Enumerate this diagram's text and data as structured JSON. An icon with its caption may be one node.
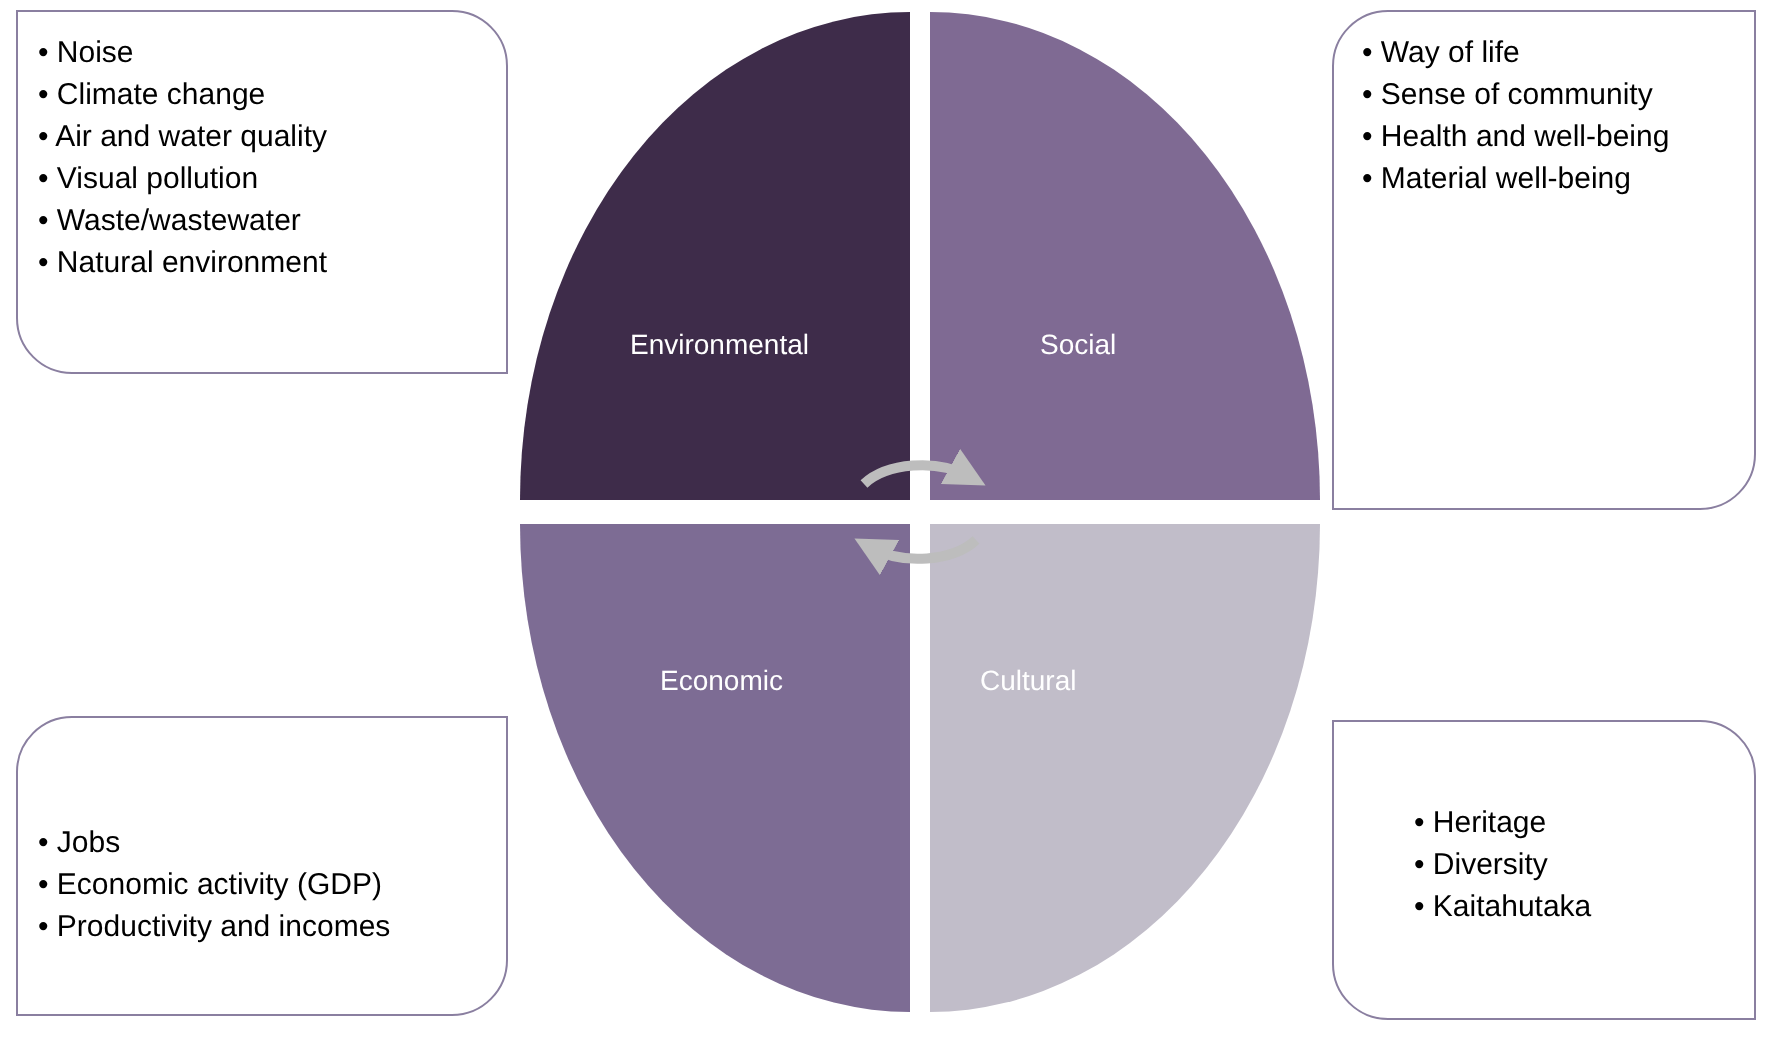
{
  "diagram": {
    "nodes": [
      {
        "text": [
          "• Noise",
          "• Climate change",
          "• Air and water quality",
          "• Visual pollution",
          "• Waste/wastewater",
          "• Natural environment"
        ]
      },
      {
        "text": [
          "• Way of life",
          "• Sense of community",
          "• Health and well-being",
          "• Material well-being"
        ]
      },
      {
        "text": [
          "Environmental"
        ]
      },
      {
        "text": [
          "Social"
        ]
      },
      {
        "text": [
          "Economic"
        ]
      },
      {
        "text": [
          "Cultural"
        ]
      },
      {
        "text": [
          "• Jobs",
          "• Economic activity (GDP)",
          "• Productivity and incomes"
        ]
      },
      {
        "text": [
          "• Heritage",
          "• Diversity",
          "• Kaitahutaka"
        ]
      }
    ],
    "edges": [
      {
        "from": 2,
        "to": 3,
        "arrow": "to"
      },
      {
        "from": 5,
        "to": 4,
        "arrow": "to"
      }
    ]
  }
}
